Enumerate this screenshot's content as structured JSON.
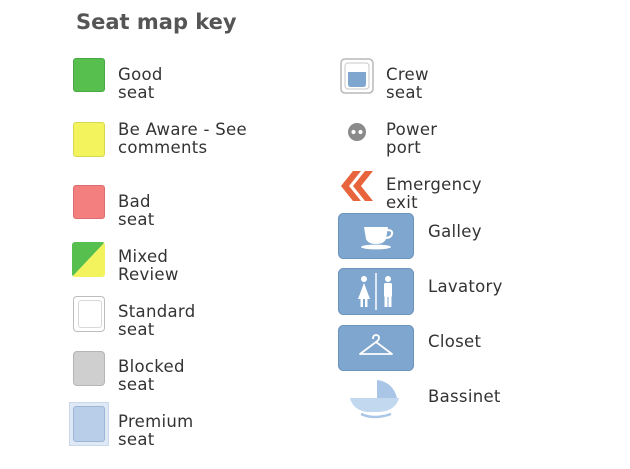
{
  "title": "Seat map key",
  "colors": {
    "good": "#56bf4e",
    "aware": "#f3f35e",
    "bad": "#f37f7f",
    "premium": "#b9cfe9",
    "blocked": "#cfcfcf",
    "amenity_blue": "#7ea6cf",
    "exit_orange": "#e8643c"
  },
  "left_items": [
    {
      "icon": "good-seat-swatch",
      "label": "Good seat"
    },
    {
      "icon": "be-aware-seat-swatch",
      "label": "Be Aware - See comments"
    },
    {
      "icon": "bad-seat-swatch",
      "label": "Bad seat"
    },
    {
      "icon": "mixed-review-seat-swatch",
      "label": "Mixed Review"
    },
    {
      "icon": "standard-seat-swatch",
      "label": "Standard seat"
    },
    {
      "icon": "blocked-seat-swatch",
      "label": "Blocked seat"
    },
    {
      "icon": "premium-seat-swatch",
      "label": "Premium seat"
    }
  ],
  "right_items": [
    {
      "icon": "crew-seat-icon",
      "label": "Crew seat"
    },
    {
      "icon": "power-port-icon",
      "label": "Power port"
    },
    {
      "icon": "emergency-exit-icon",
      "label": "Emergency exit"
    },
    {
      "icon": "galley-icon",
      "label": "Galley"
    },
    {
      "icon": "lavatory-icon",
      "label": "Lavatory"
    },
    {
      "icon": "closet-icon",
      "label": "Closet"
    },
    {
      "icon": "bassinet-icon",
      "label": "Bassinet"
    }
  ]
}
